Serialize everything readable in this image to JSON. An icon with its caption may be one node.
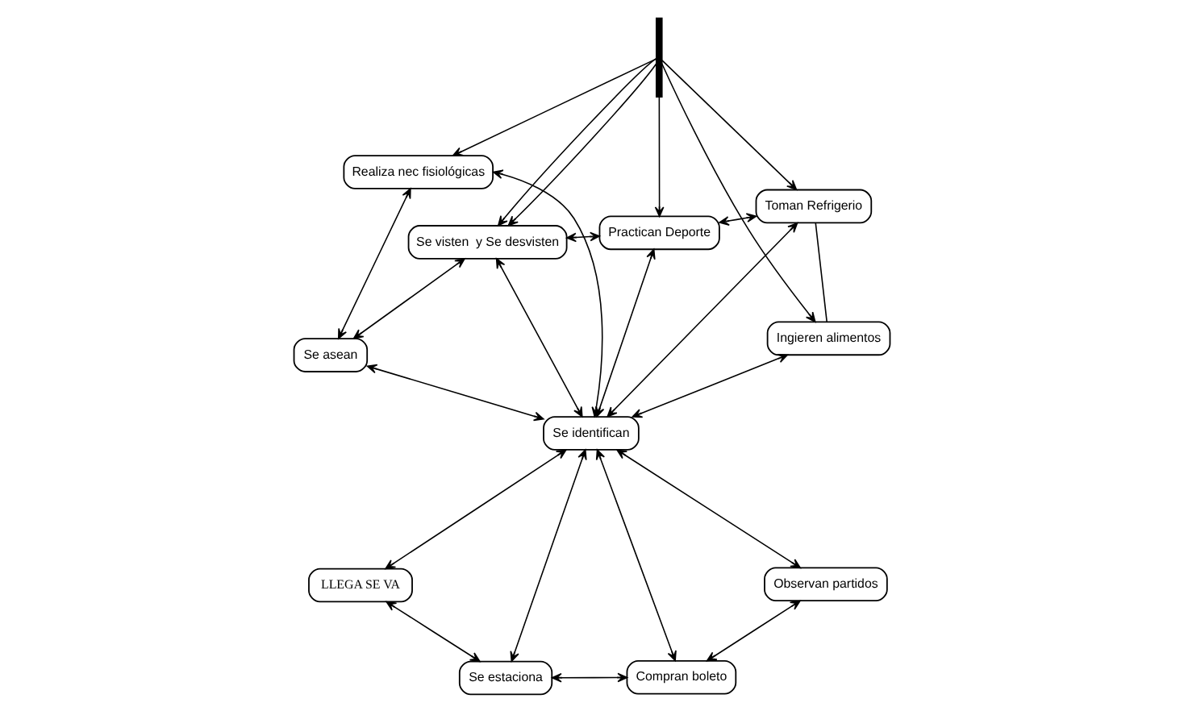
{
  "diagram": {
    "nodes": [
      {
        "text": [
          "Observan partidos"
        ]
      },
      {
        "text": [
          "Compran boleto"
        ]
      },
      {
        "text": [
          "Se estaciona"
        ]
      },
      {
        "text": [
          "LLEGA SE VA"
        ]
      },
      {
        "text": [
          "Realiza nec fisiológicas"
        ]
      },
      {
        "text": [
          "Se asean"
        ]
      },
      {
        "text": [
          "Se identifican"
        ]
      },
      {
        "text": [
          "Se visten  y Se desvisten"
        ]
      },
      {
        "text": [
          "Practican Deporte"
        ]
      },
      {
        "text": [
          "Ingieren alimentos"
        ]
      },
      {
        "text": [
          "Toman Refrigerio"
        ]
      },
      {
        "text": [],
        "shape": "bar"
      }
    ],
    "edges": [
      {
        "from": 0,
        "to": 1,
        "arrow": "both"
      },
      {
        "from": 1,
        "to": 2,
        "arrow": "both"
      },
      {
        "from": 2,
        "to": 3,
        "arrow": "both"
      },
      {
        "from": 0,
        "to": 6,
        "arrow": "both"
      },
      {
        "from": 1,
        "to": 6,
        "arrow": "both"
      },
      {
        "from": 2,
        "to": 6,
        "arrow": "both"
      },
      {
        "from": 3,
        "to": 6,
        "arrow": "both"
      },
      {
        "from": 4,
        "to": 5,
        "arrow": "both"
      },
      {
        "from": 4,
        "to": 6,
        "arrow": "both"
      },
      {
        "from": 5,
        "to": 6,
        "arrow": "both"
      },
      {
        "from": 5,
        "to": 7,
        "arrow": "both"
      },
      {
        "from": 6,
        "to": 7,
        "arrow": "both"
      },
      {
        "from": 7,
        "to": 8,
        "arrow": "both"
      },
      {
        "from": 6,
        "to": 8,
        "arrow": "both"
      },
      {
        "from": 6,
        "to": 9,
        "arrow": "both"
      },
      {
        "from": 6,
        "to": 10,
        "arrow": "both"
      },
      {
        "from": 8,
        "to": 10,
        "arrow": "both"
      },
      {
        "from": 9,
        "to": 10,
        "arrow": "none"
      },
      {
        "from": 11,
        "to": 4,
        "arrow": "to"
      },
      {
        "from": 11,
        "to": 7,
        "arrow": "to"
      },
      {
        "from": 11,
        "to": 7,
        "arrow": "to"
      },
      {
        "from": 11,
        "to": 8,
        "arrow": "to"
      },
      {
        "from": 11,
        "to": 10,
        "arrow": "to"
      },
      {
        "from": 11,
        "to": 9,
        "arrow": "to"
      }
    ]
  }
}
